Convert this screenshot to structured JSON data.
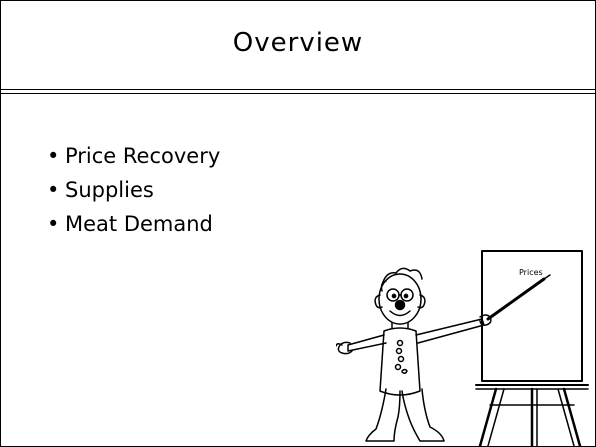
{
  "slide": {
    "title": "Overview",
    "bullet_glyph": "•",
    "bullets": [
      "Price Recovery",
      "Supplies",
      "Meat Demand"
    ]
  },
  "illustration": {
    "board_label": "Prices"
  }
}
